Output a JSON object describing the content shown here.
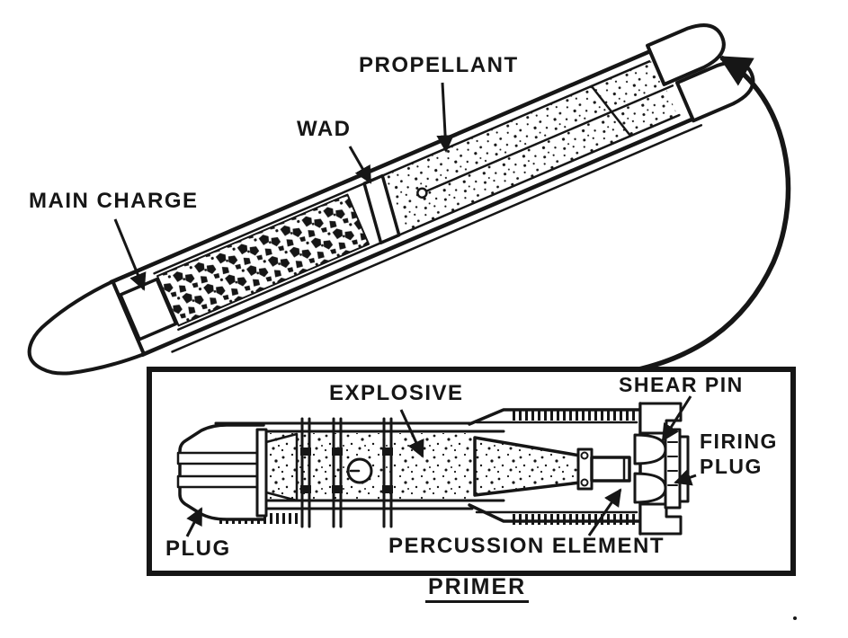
{
  "figure": {
    "background": "#ffffff",
    "ink": "#161616",
    "main_view": {
      "description": "cutaway rocket round, nose lower-left, finned tail upper-right",
      "labels": {
        "propellant": "PROPELLANT",
        "wad": "WAD",
        "main_charge": "MAIN CHARGE"
      }
    },
    "detail_view": {
      "caption": "PRIMER",
      "labels": {
        "explosive": "EXPLOSIVE",
        "shear_pin": "SHEAR PIN",
        "firing_plug": {
          "line1": "FIRING",
          "line2": "PLUG"
        },
        "plug": "PLUG",
        "percussion_element": "PERCUSSION ELEMENT"
      }
    }
  }
}
